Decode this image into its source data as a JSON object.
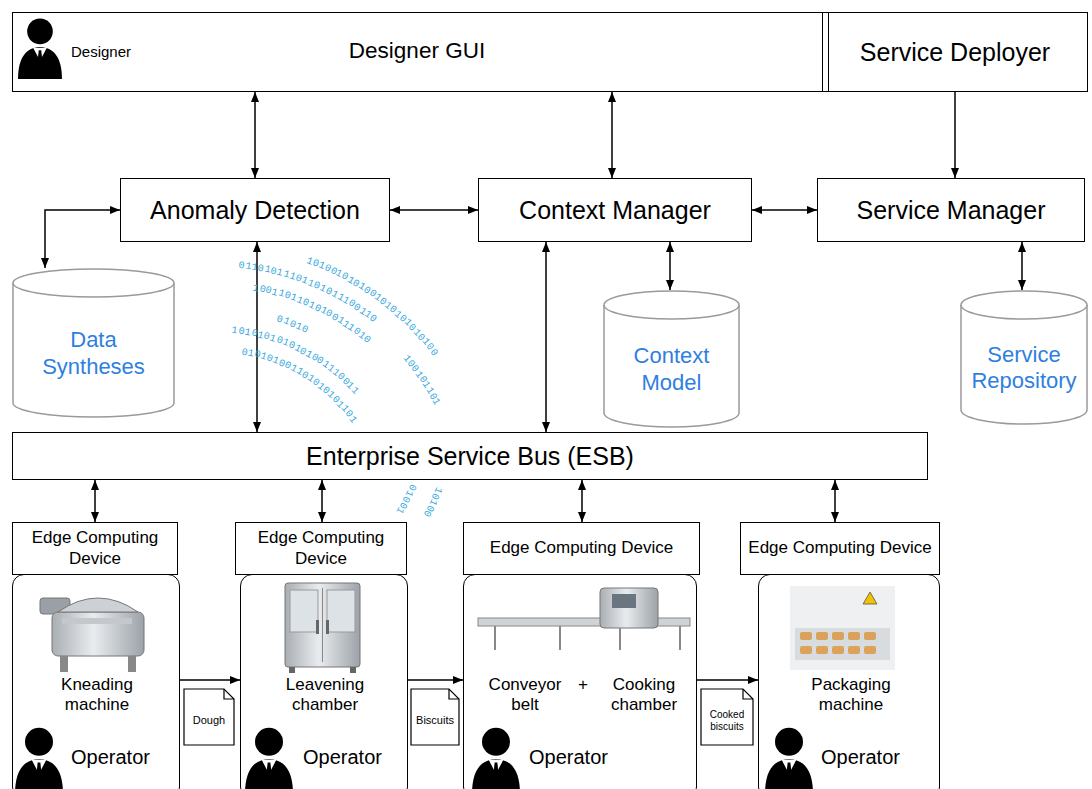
{
  "diagram": {
    "nodes": [
      {
        "text": [
          "Designer",
          "Designer GUI"
        ]
      },
      {
        "text": [
          "Service Deployer"
        ]
      },
      {
        "text": [
          "Anomaly Detection"
        ]
      },
      {
        "text": [
          "Context Manager"
        ]
      },
      {
        "text": [
          "Service Manager"
        ]
      },
      {
        "text": [
          "Data Syntheses"
        ]
      },
      {
        "text": [
          "Context Model"
        ]
      },
      {
        "text": [
          "Service Repository"
        ]
      },
      {
        "text": [
          "Enterprise Service Bus (ESB)"
        ]
      },
      {
        "text": [
          "Edge Computing Device"
        ]
      },
      {
        "text": [
          "Kneading machine",
          "Operator"
        ]
      },
      {
        "text": [
          "Edge Computing Device"
        ]
      },
      {
        "text": [
          "Leavening chamber",
          "Operator"
        ]
      },
      {
        "text": [
          "Edge Computing Device"
        ]
      },
      {
        "text": [
          "Conveyor belt",
          "+",
          "Cooking chamber",
          "Operator"
        ]
      },
      {
        "text": [
          "Edge Computing Device"
        ]
      },
      {
        "text": [
          "Packaging machine",
          "Operator"
        ]
      },
      {
        "text": [
          "Dough"
        ]
      },
      {
        "text": [
          "Biscuits"
        ]
      },
      {
        "text": [
          "Cooked biscuits"
        ]
      }
    ],
    "edges": [
      {
        "from": 0,
        "to": 2,
        "arrow": "both"
      },
      {
        "from": 0,
        "to": 3,
        "arrow": "both"
      },
      {
        "from": 1,
        "to": 4,
        "arrow": "to"
      },
      {
        "from": 2,
        "to": 3,
        "arrow": "both"
      },
      {
        "from": 3,
        "to": 4,
        "arrow": "both"
      },
      {
        "from": 2,
        "to": 5,
        "arrow": "both"
      },
      {
        "from": 3,
        "to": 6,
        "arrow": "both"
      },
      {
        "from": 4,
        "to": 7,
        "arrow": "both"
      },
      {
        "from": 2,
        "to": 8,
        "arrow": "both"
      },
      {
        "from": 3,
        "to": 8,
        "arrow": "both"
      },
      {
        "from": 8,
        "to": 9,
        "arrow": "both"
      },
      {
        "from": 8,
        "to": 11,
        "arrow": "both"
      },
      {
        "from": 8,
        "to": 13,
        "arrow": "both"
      },
      {
        "from": 8,
        "to": 15,
        "arrow": "both"
      },
      {
        "from": 10,
        "to": 12,
        "arrow": "to"
      },
      {
        "from": 12,
        "to": 14,
        "arrow": "to"
      },
      {
        "from": 14,
        "to": 16,
        "arrow": "to"
      }
    ],
    "labels": [
      "01101011101101011100110",
      "10011011010100111010",
      "1010010101001010101010100",
      "01010",
      "1010101010101001110011",
      "010101001101010101101",
      "100101101",
      "01001",
      "10100"
    ]
  }
}
